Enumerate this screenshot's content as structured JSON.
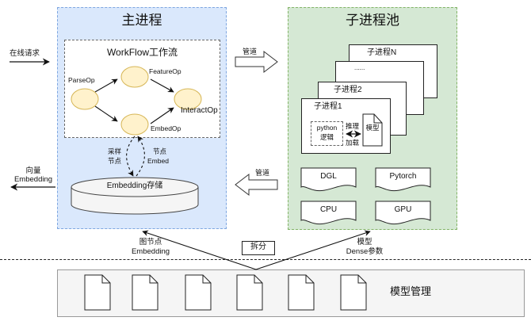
{
  "main_process": {
    "title": "主进程",
    "workflow": {
      "title": "WorkFlow工作流",
      "nodes": [
        "ParseOp",
        "FeatureOp",
        "InteractOp",
        "EmbedOp"
      ]
    },
    "sampling_label": [
      "采样",
      "节点"
    ],
    "node_embed_label": [
      "节点",
      "Embed"
    ],
    "storage_label": "Embedding存储"
  },
  "inputs": {
    "online_request": "在线请求",
    "output_vector": [
      "向量",
      "Embedding"
    ]
  },
  "pipes": {
    "to_pool": "管道",
    "from_pool": "管道"
  },
  "subprocess_pool": {
    "title": "子进程池",
    "cards": [
      "子进程N",
      "......",
      "子进程2",
      "子进程1"
    ],
    "python_logic": [
      "python",
      "逻辑"
    ],
    "infer_label": "推理",
    "load_label": "加载",
    "model_label": "模型",
    "libs": [
      "DGL",
      "Pytorch",
      "CPU",
      "GPU"
    ]
  },
  "bottom": {
    "left_edge_label": [
      "图节点",
      "Embedding"
    ],
    "split_label": "拆分",
    "right_edge_label": [
      "模型",
      "Dense参数"
    ],
    "model_mgmt_label": "模型管理",
    "file_count": 6
  }
}
